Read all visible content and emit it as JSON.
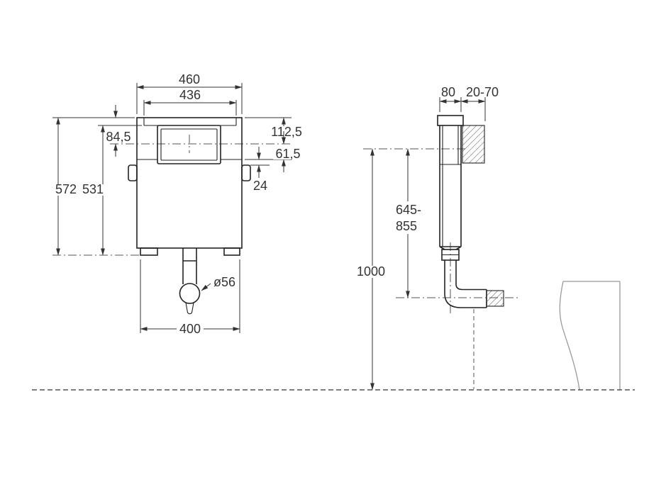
{
  "front": {
    "width_outer": "460",
    "width_inner": "436",
    "top_offset": "84,5",
    "height_total": "572",
    "height_inner": "531",
    "top_to_center": "112,5",
    "center_to_seam": "61,5",
    "seam_offset": "24",
    "outlet_diameter": "ø56",
    "width_bottom": "400"
  },
  "side": {
    "depth": "80",
    "wall_range": "20-70",
    "outlet_range_1": "645-",
    "outlet_range_2": "855",
    "floor_height": "1000"
  },
  "colors": {
    "object_line": "#222222",
    "dimension_line": "#333333",
    "pan_outline": "#9a9a9a",
    "background": "#ffffff"
  }
}
